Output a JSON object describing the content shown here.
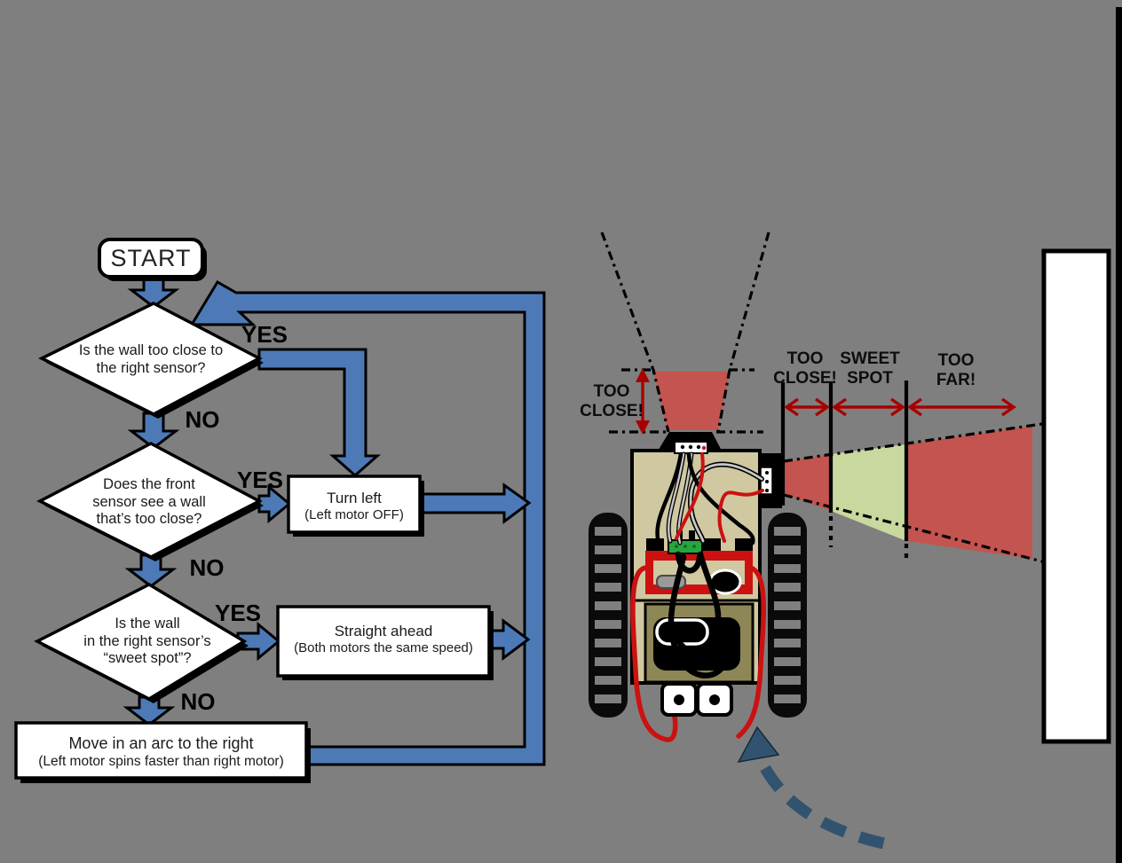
{
  "colors": {
    "background": "#7f7f7f",
    "flow_blue": "#4d7ab7",
    "zone_red": "#c4544f",
    "zone_green": "#c8d89f",
    "measure_red": "#a80000",
    "chassis_tan": "#cfc8a0",
    "compartment_olive": "#8d8656",
    "wire_red": "#cc1111",
    "motion_blue": "#31536f"
  },
  "flowchart": {
    "start": {
      "label": "START"
    },
    "decisions": [
      {
        "lines": [
          "Is the wall too close to",
          "the right sensor?"
        ]
      },
      {
        "lines": [
          "Does the front",
          "sensor see a wall",
          "that’s too close?"
        ]
      },
      {
        "lines": [
          "Is the wall",
          "in the right sensor’s",
          "“sweet spot”?"
        ]
      }
    ],
    "processes": [
      {
        "title": "Turn left",
        "subtitle": "(Left motor OFF)"
      },
      {
        "title": "Straight ahead",
        "subtitle": "(Both motors the same speed)"
      },
      {
        "title": "Move in an arc to the right",
        "subtitle": "(Left motor spins faster than right motor)"
      }
    ],
    "yes_label": "YES",
    "no_label": "NO"
  },
  "robot": {
    "front_zone": {
      "line1": "TOO",
      "line2": "CLOSE!"
    },
    "side_zones": [
      {
        "line1": "TOO",
        "line2": "CLOSE!"
      },
      {
        "line1": "SWEET",
        "line2": "SPOT"
      },
      {
        "line1": "TOO",
        "line2": "FAR!"
      }
    ]
  }
}
